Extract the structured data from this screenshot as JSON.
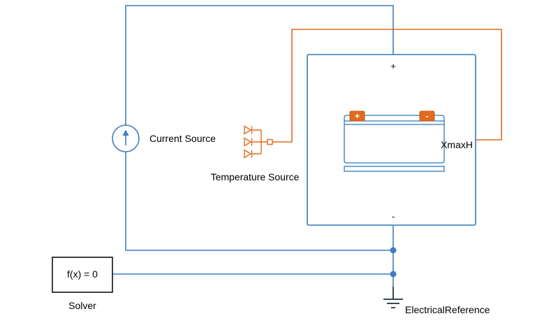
{
  "diagram": {
    "colors": {
      "wire_blue": "#3f7ec1",
      "block_blue": "#2e7abf",
      "thermal_orange": "#e06b1e",
      "ground_dark": "#3a4a54",
      "background": "#ffffff"
    },
    "blocks": {
      "current_source": {
        "label": "Current Source"
      },
      "temperature_source": {
        "label": "Temperature Source"
      },
      "battery": {
        "label": "XmaxH",
        "plus_port": "+",
        "minus_port": "-",
        "terminal_plus": "+",
        "terminal_minus": "-"
      },
      "solver": {
        "text": "f(x) = 0",
        "label": "Solver"
      },
      "electrical_reference": {
        "label": "ElectricalReference"
      }
    }
  }
}
